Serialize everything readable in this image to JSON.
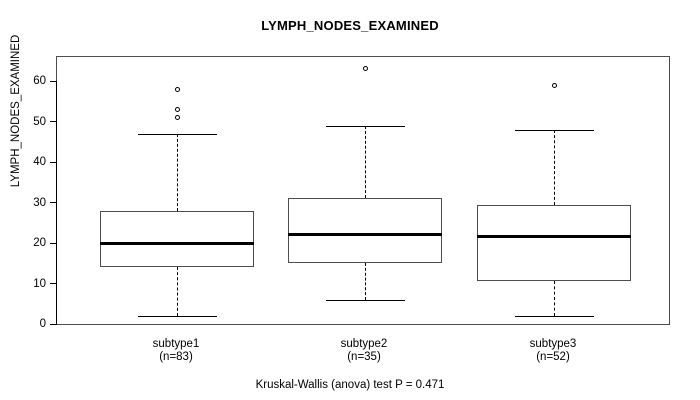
{
  "chart_data": {
    "type": "box",
    "title": "LYMPH_NODES_EXAMINED",
    "subtitle": "Kruskal-Wallis (anova) test P = 0.471",
    "xlabel": "",
    "ylabel": "LYMPH_NODES_EXAMINED",
    "ylim": [
      0,
      65
    ],
    "yticks": [
      0,
      10,
      20,
      30,
      40,
      50,
      60
    ],
    "ytick_labels": [
      "0",
      "10",
      "20",
      "30",
      "40",
      "50",
      "60"
    ],
    "grid": false,
    "legend": "none",
    "categories": [
      "subtype1",
      "subtype2",
      "subtype3"
    ],
    "category_counts": [
      "(n=83)",
      "(n=35)",
      "(n=52)"
    ],
    "boxes": [
      {
        "label": "subtype1",
        "n_label": "(n=83)",
        "n": 83,
        "whisker_low": 2,
        "q1": 14,
        "median": 20,
        "q3": 28,
        "whisker_high": 47,
        "outliers": [
          51,
          53,
          58
        ]
      },
      {
        "label": "subtype2",
        "n_label": "(n=35)",
        "n": 35,
        "whisker_low": 6,
        "q1": 15,
        "median": 22,
        "q3": 31,
        "whisker_high": 49,
        "outliers": [
          63
        ]
      },
      {
        "label": "subtype3",
        "n_label": "(n=52)",
        "n": 52,
        "whisker_low": 2,
        "q1": 10.5,
        "median": 21.5,
        "q3": 29.5,
        "whisker_high": 48,
        "outliers": [
          59
        ]
      }
    ],
    "colors": {
      "box_border": "#4d4d4d",
      "median": "#000000",
      "whisker": "#000000",
      "outlier": "#000000",
      "axis": "#000000",
      "background": "#ffffff"
    }
  }
}
